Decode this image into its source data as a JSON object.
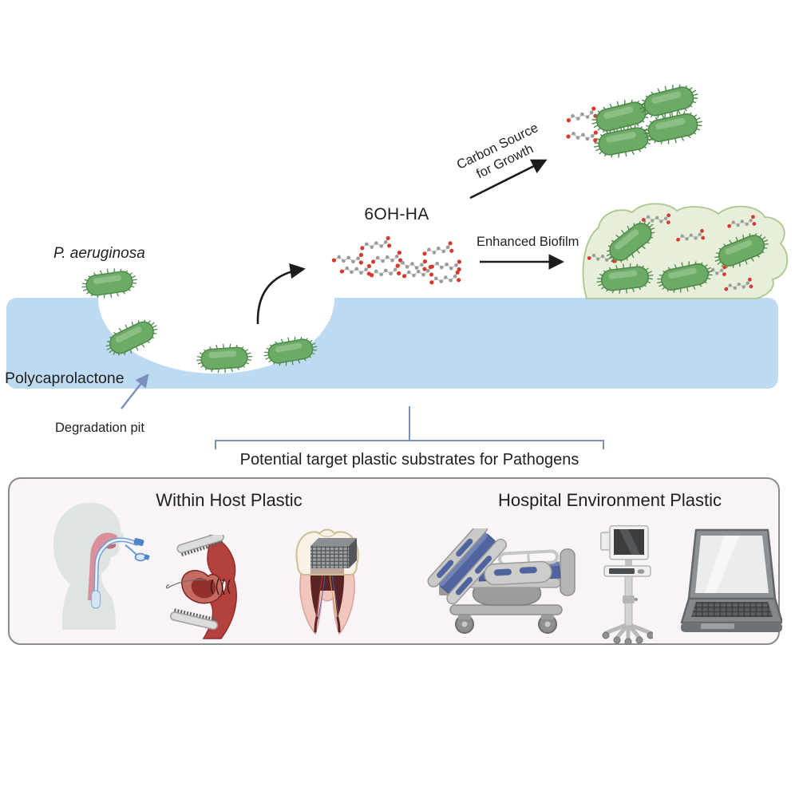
{
  "figure": {
    "labels": {
      "organism": "P. aeruginosa",
      "substrate": "Polycaprolactone",
      "degradation_pit": "Degradation pit",
      "molecule": "6OH-HA",
      "carbon_source_line1": "Carbon Source",
      "carbon_source_line2": "for Growth",
      "enhanced_biofilm": "Enhanced Biofilm",
      "bracket_caption": "Potential target plastic substrates for Pathogens"
    },
    "panel": {
      "host_heading": "Within Host Plastic",
      "hospital_heading": "Hospital Environment Plastic",
      "host_icons": [
        "intubated-patient-icon",
        "surgical-wound-suture-icon",
        "tooth-scaffold-icon"
      ],
      "hospital_icons": [
        "hospital-bed-icon",
        "patient-monitor-cart-icon",
        "laptop-icon"
      ]
    }
  },
  "colors": {
    "bacteria-fill": "#6cab66",
    "bacteria-stroke": "#4d8949",
    "bacteria-highlight": "#95c58f",
    "substrate-blue": "#bedaf0",
    "biofilm-fill": "#e7eed9",
    "biofilm-stroke": "#aac78d",
    "molecule-gray": "#9b9b9b",
    "molecule-red": "#d63a2f",
    "accent-slate": "#7b8fbe",
    "arrow-black": "#1c1c1c",
    "text-dark": "#1f1f1f",
    "panel-bg": "#f8f4f8",
    "panel-border": "#8b8b8b"
  }
}
